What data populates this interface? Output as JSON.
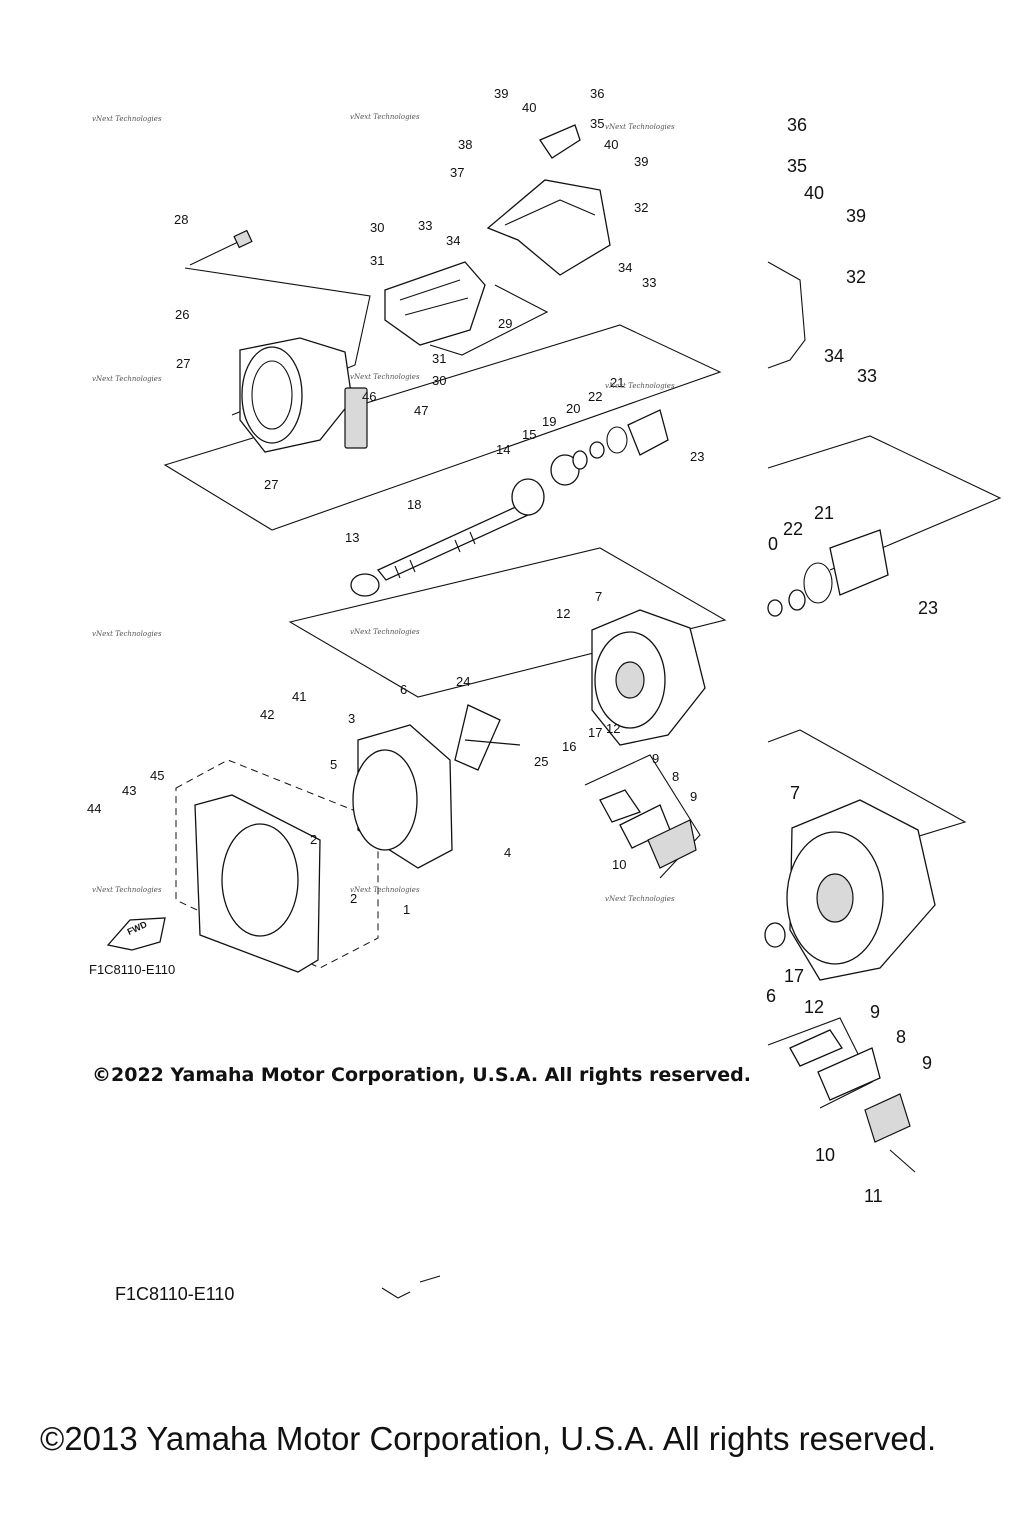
{
  "left_diagram": {
    "callouts": [
      "1",
      "2",
      "2",
      "3",
      "4",
      "5",
      "6",
      "7",
      "8",
      "9",
      "9",
      "10",
      "12",
      "12",
      "13",
      "14",
      "15",
      "16",
      "17",
      "18",
      "19",
      "20",
      "21",
      "22",
      "23",
      "24",
      "25",
      "26",
      "27",
      "27",
      "28",
      "29",
      "30",
      "30",
      "31",
      "31",
      "32",
      "33",
      "33",
      "34",
      "34",
      "35",
      "36",
      "37",
      "38",
      "39",
      "39",
      "40",
      "40",
      "41",
      "42",
      "43",
      "44",
      "45",
      "46",
      "47"
    ],
    "fwd_label": "FWD",
    "diagram_code": "F1C8110-E110",
    "watermark": "vNext Technologies",
    "copyright": "©2022 Yamaha Motor Corporation, U.S.A. All rights reserved."
  },
  "right_diagram": {
    "callouts": [
      "36",
      "35",
      "40",
      "39",
      "32",
      "34",
      "33",
      "21",
      "22",
      "0",
      "23",
      "7",
      "17",
      "12",
      "6",
      "9",
      "8",
      "9",
      "10",
      "11"
    ],
    "diagram_code": "F1C8110-E110"
  },
  "footer": {
    "copyright": "©2013 Yamaha Motor Corporation, U.S.A. All rights reserved."
  }
}
